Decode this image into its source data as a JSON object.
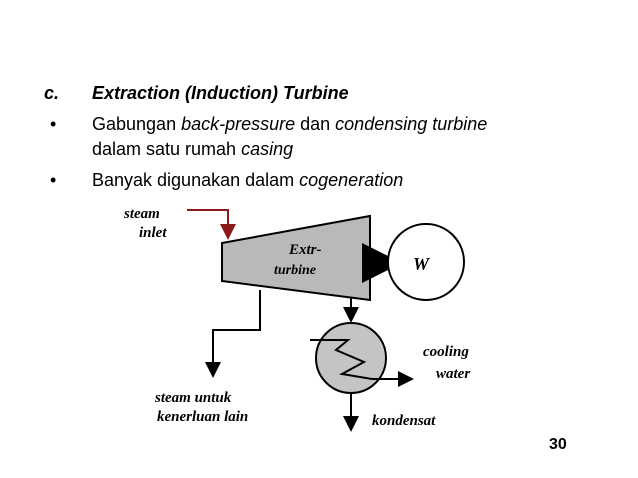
{
  "heading": {
    "marker": "c.",
    "title": "Extraction (Induction) Turbine"
  },
  "bullets": [
    {
      "symbol": "•",
      "line1": {
        "a": "Gabungan ",
        "b": "back-pressure",
        "c": " dan ",
        "d": "condensing turbine"
      },
      "line2": {
        "a": "dalam satu rumah ",
        "b": "casing"
      }
    },
    {
      "symbol": "•",
      "line1": {
        "a": "Banyak digunakan dalam ",
        "b": "cogeneration"
      }
    }
  ],
  "diagram": {
    "steam_inlet_line1": "steam",
    "steam_inlet_line2": "inlet",
    "turbine_line1": "Extr-",
    "turbine_line2": "turbine",
    "work": "W",
    "cooling_line1": "cooling",
    "cooling_line2": "water",
    "extraction_line1": "steam untuk",
    "extraction_line2": "kenerluan lain",
    "condensate": "kondensat",
    "colors": {
      "inlet_arrow": "#8b1a1a",
      "turbine_fill": "#b9b9b9",
      "condenser_fill": "#c4c4c4",
      "stroke": "#000000"
    }
  },
  "page_number": "30"
}
